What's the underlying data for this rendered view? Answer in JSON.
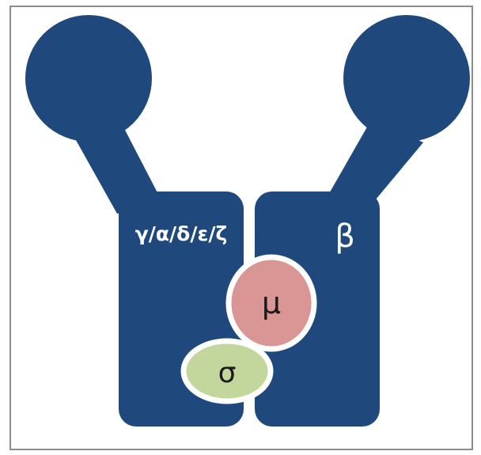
{
  "diagram": {
    "labels": {
      "left_chain": "γ/α/δ/ε/ζ",
      "right_chain": "β",
      "upper_subunit": "μ",
      "lower_subunit": "σ"
    },
    "colors": {
      "background": "#ffffff",
      "border": "#8c8c8c",
      "body": "#1f497d",
      "mu_fill": "#d99694",
      "sigma_fill": "#c3d69b",
      "outline": "#ffffff",
      "label_on_body": "#ffffff",
      "label_on_subunit": "#1a1a1a"
    }
  }
}
